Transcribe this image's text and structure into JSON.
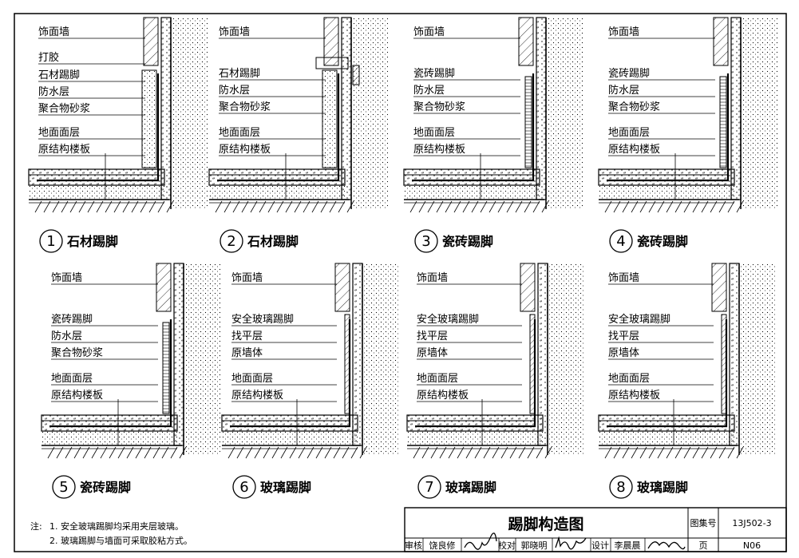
{
  "details": [
    {
      "num": "1",
      "caption": "石材踢脚",
      "wall": "饰面墙",
      "sealant": "打胶",
      "labels": [
        "石材踢脚",
        "防水层",
        "聚合物砂浆"
      ],
      "floor": [
        "地面面层",
        "原结构楼板"
      ]
    },
    {
      "num": "2",
      "caption": "石材踢脚",
      "wall": "饰面墙",
      "labels": [
        "石材踢脚",
        "防水层",
        "聚合物砂浆"
      ],
      "floor": [
        "地面面层",
        "原结构楼板"
      ]
    },
    {
      "num": "3",
      "caption": "瓷砖踢脚",
      "wall": "饰面墙",
      "labels": [
        "瓷砖踢脚",
        "防水层",
        "聚合物砂浆"
      ],
      "floor": [
        "地面面层",
        "原结构楼板"
      ]
    },
    {
      "num": "4",
      "caption": "瓷砖踢脚",
      "wall": "饰面墙",
      "labels": [
        "瓷砖踢脚",
        "防水层",
        "聚合物砂浆"
      ],
      "floor": [
        "地面面层",
        "原结构楼板"
      ]
    },
    {
      "num": "5",
      "caption": "瓷砖踢脚",
      "wall": "饰面墙",
      "labels": [
        "瓷砖踢脚",
        "防水层",
        "聚合物砂浆"
      ],
      "floor": [
        "地面面层",
        "原结构楼板"
      ]
    },
    {
      "num": "6",
      "caption": "玻璃踢脚",
      "wall": "饰面墙",
      "labels": [
        "安全玻璃踢脚",
        "找平层",
        "原墙体"
      ],
      "floor": [
        "地面面层",
        "原结构楼板"
      ]
    },
    {
      "num": "7",
      "caption": "玻璃踢脚",
      "wall": "饰面墙",
      "labels": [
        "安全玻璃踢脚",
        "找平层",
        "原墙体"
      ],
      "floor": [
        "地面面层",
        "原结构楼板"
      ]
    },
    {
      "num": "8",
      "caption": "玻璃踢脚",
      "wall": "饰面墙",
      "labels": [
        "安全玻璃踢脚",
        "找平层",
        "原墙体"
      ],
      "floor": [
        "地面面层",
        "原结构楼板"
      ]
    }
  ],
  "notes": {
    "prefix": "注:",
    "line1": "1. 安全玻璃踢脚均采用夹层玻璃。",
    "line2": "2. 玻璃踢脚与墙面可采取胶粘方式。"
  },
  "title_block": {
    "title": "踢脚构造图",
    "atlas_label": "图集号",
    "atlas_no": "13J502-3",
    "review_label": "审核",
    "reviewer": "饶良修",
    "check_label": "校对",
    "checker": "郭晓明",
    "design_label": "设计",
    "designer": "李晨晨",
    "page_label": "页",
    "page_no": "N06"
  }
}
